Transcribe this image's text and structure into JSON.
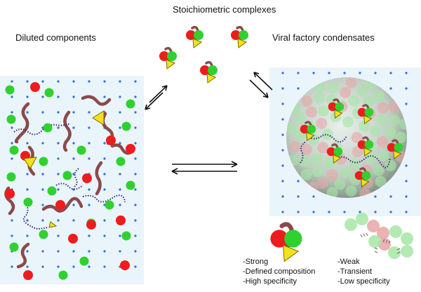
{
  "titles": {
    "top": "Stoichiometric complexes",
    "left": "Diluted components",
    "right": "Viral factory condensates"
  },
  "legend": {
    "stoichiometric": [
      "-Strong",
      "-Defined composition",
      "-High specificity"
    ],
    "condensate": [
      "-Weak",
      "-Transient",
      "-Low specificity"
    ]
  },
  "colors": {
    "panel_bg": "#eaf4fb",
    "dot": "#2b6fd6",
    "red": "#ee1c1c",
    "green": "#2fd12f",
    "triangle_fill": "#f2e21b",
    "triangle_stroke": "#7a6a00",
    "worm": "#8a4a4a",
    "chain": "#3a2a7a",
    "arrow": "#111111",
    "condensate_sphere": "#a9b7a9",
    "faint_red": "#e7a6a6",
    "faint_green": "#a6e6a6"
  },
  "icons": [
    "protein-red-sphere",
    "protein-green-sphere",
    "ligand-triangle",
    "rna-worm",
    "polymer-chain",
    "equilibrium-arrows",
    "condensate-droplet"
  ]
}
